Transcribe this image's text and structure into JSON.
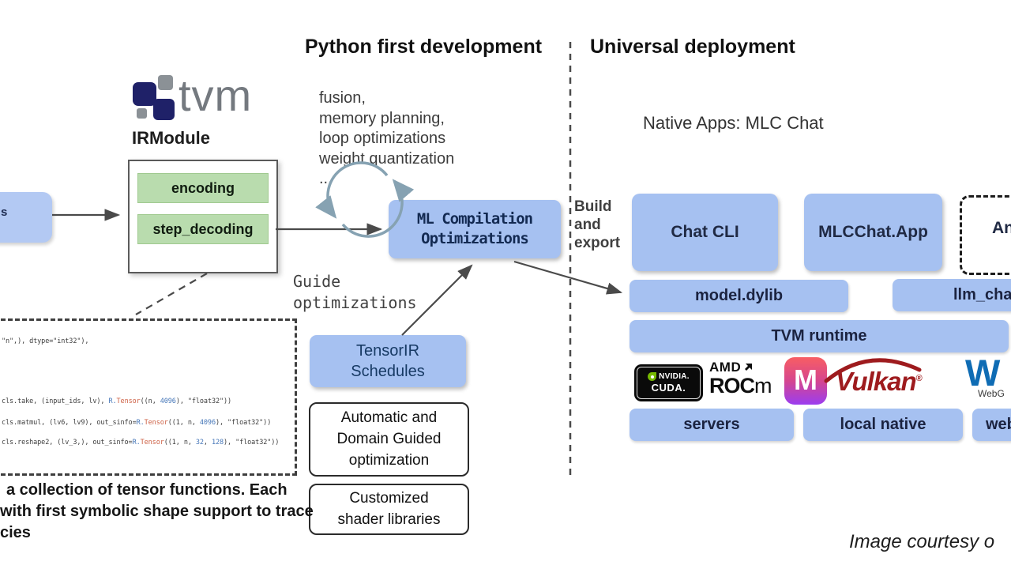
{
  "headings": {
    "python_first": "Python first development",
    "universal": "Universal deployment"
  },
  "tvm": {
    "brand": "tvm",
    "module_label": "IRModule"
  },
  "ir_module": {
    "fn_encoding": "encoding",
    "fn_decoding": "step_decoding"
  },
  "left_box": {
    "fragment": "s"
  },
  "dev": {
    "passes": "fusion,\nmemory planning,\nloop optimizations\nweight quantization\n...",
    "ml_compilation": "ML Compilation\nOptimizations",
    "guide": "Guide\noptimizations",
    "tensorir": "TensorIR\nSchedules",
    "automatic": "Automatic and\nDomain Guided\noptimization",
    "shader": "Customized\nshader libraries"
  },
  "code": {
    "lines": [
      [
        [
          "\"n\",), dtype=\"int32\"),",
          "base"
        ]
      ],
      [
        [
          "cls.take, (input_ids, lv), ",
          "base"
        ],
        [
          "R.",
          "blue"
        ],
        [
          "Tensor",
          "orange"
        ],
        [
          "((n, ",
          "base"
        ],
        [
          "4096",
          "num"
        ],
        [
          "), \"float32\"))",
          "base"
        ]
      ],
      [
        [
          "cls.matmul, (lv6, lv9), out_sinfo=",
          "base"
        ],
        [
          "R.",
          "blue"
        ],
        [
          "Tensor",
          "orange"
        ],
        [
          "((1, n, ",
          "base"
        ],
        [
          "4096",
          "num"
        ],
        [
          "), \"float32\"))",
          "base"
        ]
      ],
      [
        [
          "cls.reshape2, (lv_3,), out_sinfo=",
          "base"
        ],
        [
          "R.",
          "blue"
        ],
        [
          "Tensor",
          "orange"
        ],
        [
          "((1, n, ",
          "base"
        ],
        [
          "32",
          "num"
        ],
        [
          ", ",
          "base"
        ],
        [
          "128",
          "num"
        ],
        [
          "), \"float32\"))",
          "base"
        ]
      ]
    ]
  },
  "note": {
    "line1": "a collection of tensor functions. Each",
    "line2": "with first symbolic shape support to trace",
    "line3": "cies"
  },
  "deploy": {
    "build_export": "Build\nand\nexport",
    "native_apps": "Native Apps: MLC Chat",
    "chat_cli": "Chat CLI",
    "mlcchat_app": "MLCChat.App",
    "android_fragment": "An",
    "model_dylib": "model.dylib",
    "llm_chat_fragment": "llm_cha",
    "tvm_runtime": "TVM runtime",
    "servers": "servers",
    "local_native": "local native",
    "web_fragment": "web"
  },
  "logos": {
    "nvidia_brand": "NVIDIA.",
    "nvidia_cuda": "CUDA.",
    "amd": "AMD",
    "rocm_bold": "ROC",
    "rocm_light": "m",
    "metal_letter": "M",
    "vulkan": "Vulkan",
    "vulkan_reg": "®",
    "webgpu_letter": "W",
    "webgpu_caption": "WebG"
  },
  "footer": {
    "credit": "Image courtesy o"
  },
  "colors": {
    "box_blue": "#a6c1f1",
    "green_bar": "#b9dcae",
    "navy_text": "#1b2340",
    "nvidia_green": "#76b900",
    "vulkan_red": "#9e1b1e",
    "tvm_navy": "#1f2168",
    "tvm_gray": "#8b9196"
  }
}
